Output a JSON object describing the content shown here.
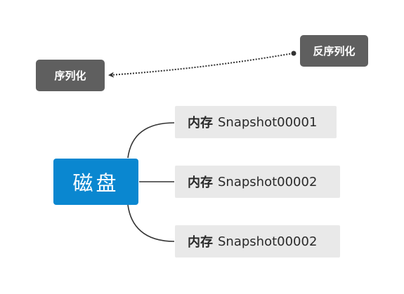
{
  "serialize": {
    "label": "序列化"
  },
  "deserialize": {
    "label": "反序列化"
  },
  "root": {
    "label": "磁盘"
  },
  "branches": [
    {
      "prefix": "内存",
      "name": "Snapshot00001"
    },
    {
      "prefix": "内存",
      "name": "Snapshot00002"
    },
    {
      "prefix": "内存",
      "name": "Snapshot00002"
    }
  ],
  "colors": {
    "dark_node": "#5f5f5f",
    "root_node": "#0a87d0",
    "branch_node": "#e9e9e9",
    "connector": "#333333"
  }
}
